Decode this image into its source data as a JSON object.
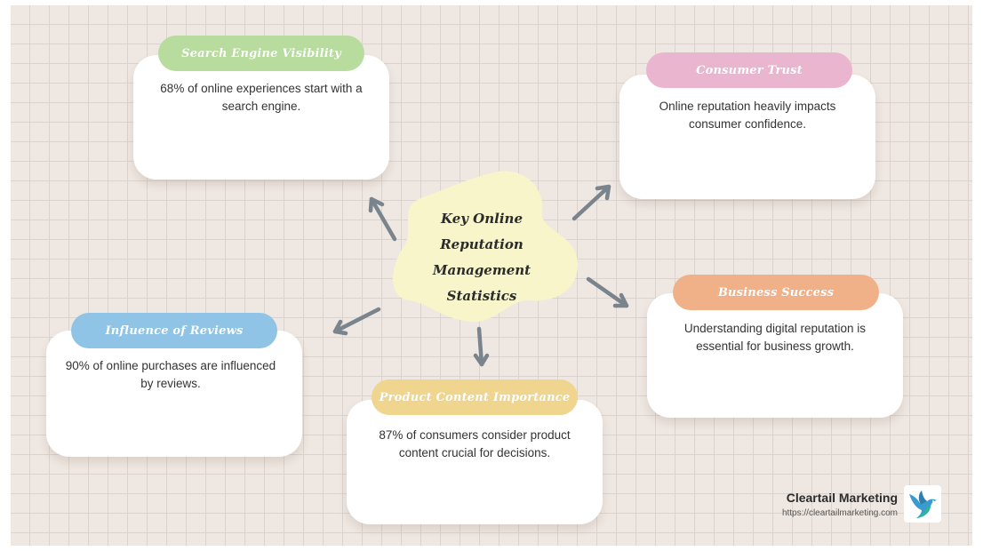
{
  "diagram": {
    "center_title_lines": [
      "Key Online Reputation",
      "Management",
      "Statistics"
    ],
    "nodes": {
      "search_engine": {
        "title": "Search Engine Visibility",
        "text": "68% of online experiences start with a search engine.",
        "color": "#b7dc9e"
      },
      "consumer_trust": {
        "title": "Consumer Trust",
        "text": "Online reputation heavily impacts consumer confidence.",
        "color": "#eab5cf"
      },
      "business_success": {
        "title": "Business Success",
        "text": "Understanding digital reputation is essential for business growth.",
        "color": "#f0b088"
      },
      "influence_reviews": {
        "title": "Influence of Reviews",
        "text": "90% of online purchases are influenced by reviews.",
        "color": "#8fc4e6"
      },
      "product_content": {
        "title": "Product Content Importance",
        "text": "87% of consumers consider product content crucial for decisions.",
        "color": "#efd58e"
      }
    },
    "colors": {
      "center_blob": "#f7f5c9",
      "arrow": "#7a848c",
      "background": "#efe7e1"
    }
  },
  "brand": {
    "name": "Cleartail Marketing",
    "url": "https://cleartailmarketing.com",
    "logo_icon": "bird-logo-icon"
  }
}
